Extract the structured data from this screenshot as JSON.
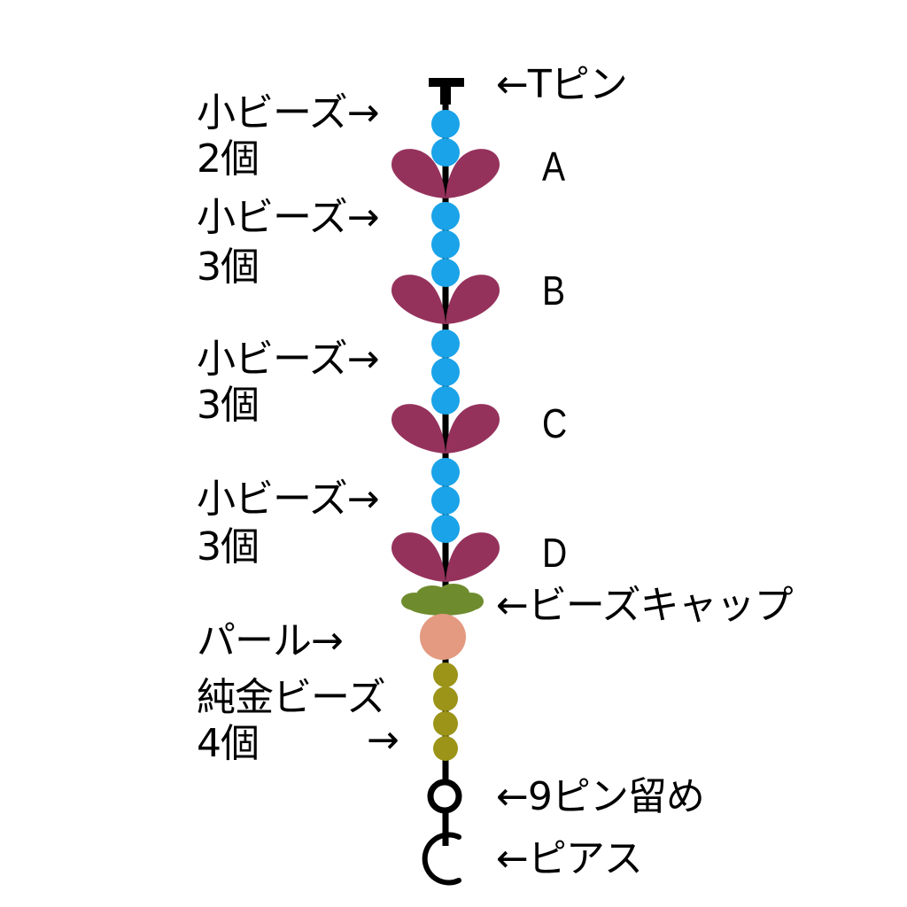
{
  "colors": {
    "wire": "#000000",
    "small_bead": "#1aa3e8",
    "petal": "#95325c",
    "bead_cap": "#6e8c2e",
    "pearl": "#e49a80",
    "gold_bead": "#9b9418"
  },
  "labels": {
    "t_pin": "←Tピン",
    "group1_name": "小ビーズ→",
    "group1_count": "2個",
    "group2_name": "小ビーズ→",
    "group2_count": "3個",
    "group3_name": "小ビーズ→",
    "group3_count": "3個",
    "group4_name": "小ビーズ→",
    "group4_count": "3個",
    "petal_a": "A",
    "petal_b": "B",
    "petal_c": "C",
    "petal_d": "D",
    "bead_cap": "←ビーズキャップ",
    "pearl": "パール→",
    "gold_name": "純金ビーズ",
    "gold_count": "4個",
    "gold_arrow": "→",
    "nine_pin": "←9ピン留め",
    "earring": "←ピアス"
  },
  "structure": {
    "small_bead_groups": [
      2,
      3,
      3,
      3
    ],
    "petal_pairs": 4,
    "gold_beads": 4
  }
}
